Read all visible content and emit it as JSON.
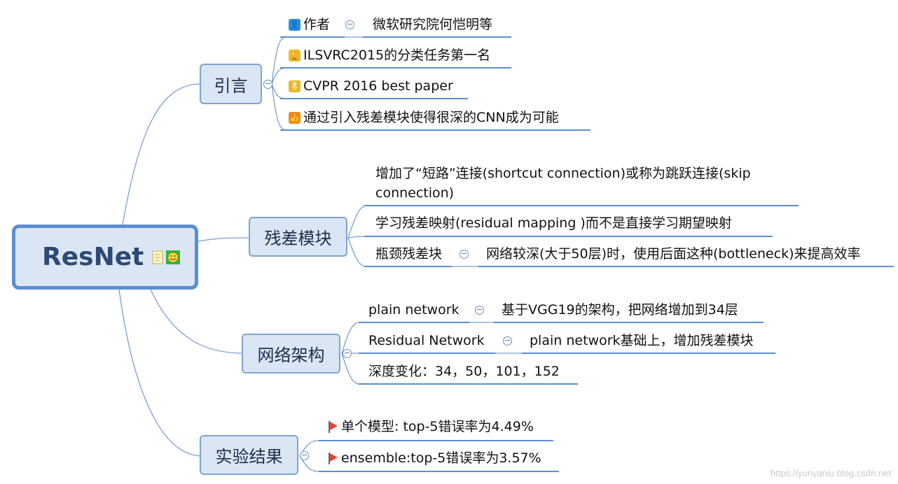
{
  "root": {
    "title": "ResNet",
    "icons": [
      "note-icon",
      "smiley-icon"
    ]
  },
  "branches": {
    "intro": {
      "label": "引言",
      "items": [
        {
          "icon": "user-icon",
          "text": "作者",
          "sub": "微软研究院何恺明等"
        },
        {
          "icon": "trophy-icon",
          "text": "ILSVRC2015的分类任务第一名"
        },
        {
          "icon": "medal-icon",
          "text": "CVPR 2016 best paper"
        },
        {
          "icon": "thumbs-up-icon",
          "text": "通过引入残差模块使得很深的CNN成为可能"
        }
      ]
    },
    "residual": {
      "label": "残差模块",
      "items": [
        {
          "text_line1": "增加了“短路”连接(shortcut connection)或称为跳跃连接(skip",
          "text_line2": "connection)"
        },
        {
          "text": "学习残差映射(residual mapping )而不是直接学习期望映射"
        },
        {
          "text": "瓶颈残差块",
          "sub": "网络较深(大于50层)时，使用后面这种(bottleneck)来提高效率"
        }
      ]
    },
    "network": {
      "label": "网络架构",
      "items": [
        {
          "text": "plain network",
          "sub": "基于VGG19的架构，把网络增加到34层"
        },
        {
          "text": "Residual Network",
          "sub": "plain network基础上，增加残差模块"
        },
        {
          "text": "深度变化：34，50，101，152"
        }
      ]
    },
    "results": {
      "label": "实验结果",
      "items": [
        {
          "icon": "flag-icon",
          "text": "单个模型: top-5错误率为4.49%"
        },
        {
          "icon": "flag-icon",
          "text": "ensemble:top-5错误率为3.57%"
        }
      ]
    }
  },
  "collapse_symbol": "−",
  "watermark": "https://yunyaniu.blog.csdn.net",
  "colors": {
    "connector": "#7a9fcc",
    "underline": "#5b8fd1",
    "node_fill": "#dbe6f4",
    "node_border": "#7fa3d3",
    "flag": "#e0453a"
  }
}
